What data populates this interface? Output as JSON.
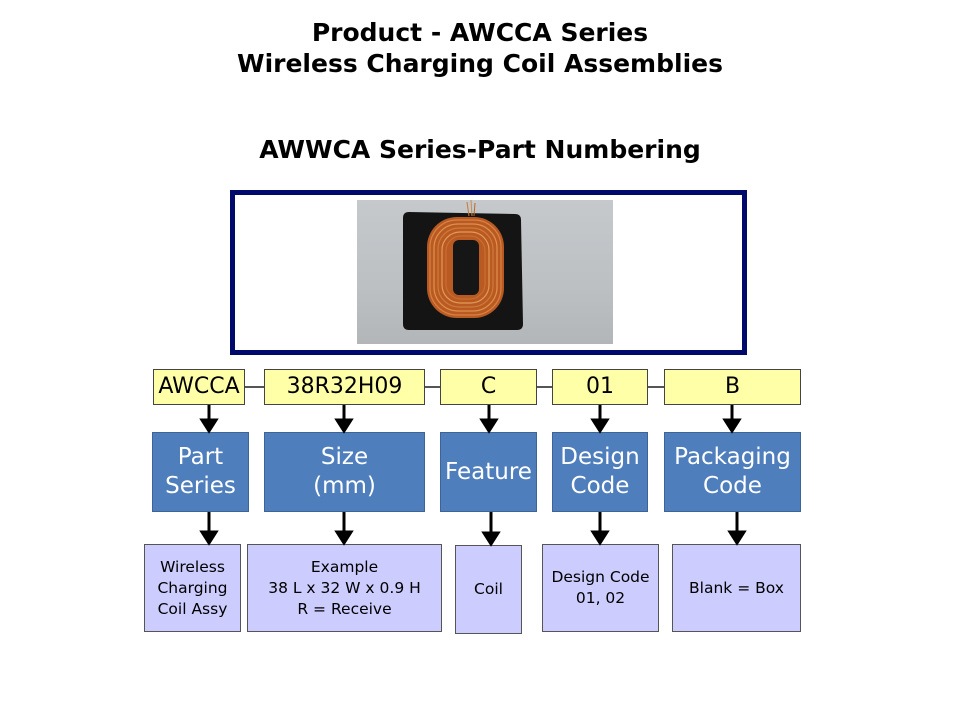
{
  "header": {
    "title_line1": "Product - AWCCA Series",
    "title_line2": "Wireless Charging Coil Assemblies",
    "subtitle": "AWWCA Series-Part Numbering"
  },
  "photo": {
    "description_icon": "wireless-charging-coil-photo"
  },
  "part_number": {
    "segments": [
      {
        "code": "AWCCA",
        "category": "Part\nSeries",
        "description": "Wireless\nCharging\nCoil Assy"
      },
      {
        "code": "38R32H09",
        "category": "Size\n(mm)",
        "description": "Example\n38 L x 32 W x 0.9 H\nR = Receive"
      },
      {
        "code": "C",
        "category": "Feature",
        "description": "Coil"
      },
      {
        "code": "01",
        "category": "Design\nCode",
        "description": "Design Code\n01, 02"
      },
      {
        "code": "B",
        "category": "Packaging\nCode",
        "description": "Blank = Box"
      }
    ]
  },
  "colors": {
    "frame_border": "#000a6b",
    "code_fill": "#ffffa8",
    "category_fill": "#4f7ebc",
    "description_fill": "#ccccff",
    "coil_copper": "#c8652a"
  }
}
